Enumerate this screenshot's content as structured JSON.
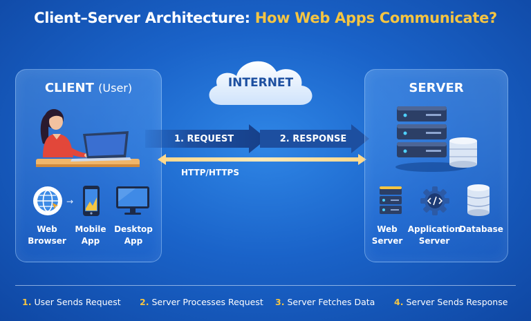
{
  "title": {
    "main": "Client–Server Architecture:",
    "accent": "How Web Apps Communicate?"
  },
  "client": {
    "title": "CLIENT",
    "subtitle": "(User)",
    "devices": [
      {
        "label_line1": "Web",
        "label_line2": "Browser",
        "icon": "globe-icon"
      },
      {
        "label_line1": "Mobile",
        "label_line2": "App",
        "icon": "smartphone-icon"
      },
      {
        "label_line1": "Desktop",
        "label_line2": "App",
        "icon": "monitor-icon"
      }
    ]
  },
  "internet": {
    "label": "INTERNET"
  },
  "arrows": {
    "request": "1. REQUEST",
    "response": "2. RESPONSE",
    "protocol": "HTTP/HTTPS"
  },
  "server": {
    "title": "SERVER",
    "components": [
      {
        "label_line1": "Web",
        "label_line2": "Server",
        "icon": "web-server-icon"
      },
      {
        "label_line1": "Application",
        "label_line2": "Server",
        "icon": "gear-code-icon"
      },
      {
        "label_line1": "Database",
        "label_line2": "",
        "icon": "database-icon"
      }
    ]
  },
  "steps": [
    {
      "num": "1.",
      "text": "User Sends Request"
    },
    {
      "num": "2.",
      "text": "Server Processes Request"
    },
    {
      "num": "3.",
      "text": "Server Fetches Data"
    },
    {
      "num": "4.",
      "text": "Server Sends Response"
    }
  ],
  "colors": {
    "accent": "#f5c542",
    "background": "#1a63c9",
    "arrow": "#1d4fa0"
  }
}
